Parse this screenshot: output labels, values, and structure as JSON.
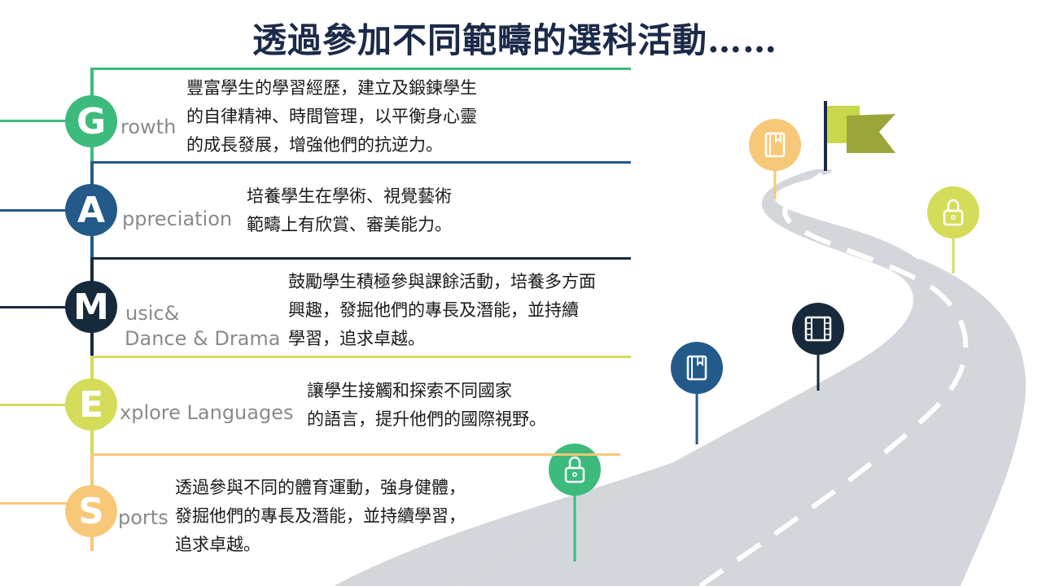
{
  "title": "透過參加不同範疇的選科活動……",
  "colors": {
    "growth": "#3dbb7c",
    "appreciation": "#235a8a",
    "music": "#162a3c",
    "explore": "#d4dc5a",
    "sports": "#f8c879",
    "road": "#d3d6da",
    "road_dash": "#ffffff",
    "flag": "#c9d84a",
    "title": "#1c2a4a"
  },
  "rows": [
    {
      "letter": "G",
      "word": "rowth",
      "lines": [
        "豐富學生的學習經歷，建立及鍛鍊學生",
        "的自律精神、時間管理，以平衡身心靈",
        "的成長發展，增強他們的抗逆力。"
      ]
    },
    {
      "letter": "A",
      "word": "ppreciation",
      "lines": [
        "培養學生在學術、視覺藝術",
        "範疇上有欣賞、審美能力。"
      ]
    },
    {
      "letter": "M",
      "word": "usic&",
      "word2": "Dance & Drama",
      "lines": [
        "鼓勵學生積極參與課餘活動，培養多方面",
        "興趣，發掘他們的專長及潛能，並持續",
        "學習，追求卓越。"
      ]
    },
    {
      "letter": "E",
      "word": "xplore Languages",
      "lines": [
        "讓學生接觸和探索不同國家",
        "的語言，提升他們的國際視野。"
      ]
    },
    {
      "letter": "S",
      "word": "ports",
      "lines": [
        "透過參與不同的體育運動，強身健體，",
        "發掘他們的專長及潛能，並持續學習，",
        "追求卓越。"
      ]
    }
  ],
  "pins": [
    {
      "icon": "book-icon",
      "color": "#f8c879"
    },
    {
      "icon": "lock-icon",
      "color": "#d4dc5a"
    },
    {
      "icon": "film-icon",
      "color": "#162a3c"
    },
    {
      "icon": "book-icon",
      "color": "#235a8a"
    },
    {
      "icon": "lock-icon",
      "color": "#3dbb7c"
    }
  ]
}
